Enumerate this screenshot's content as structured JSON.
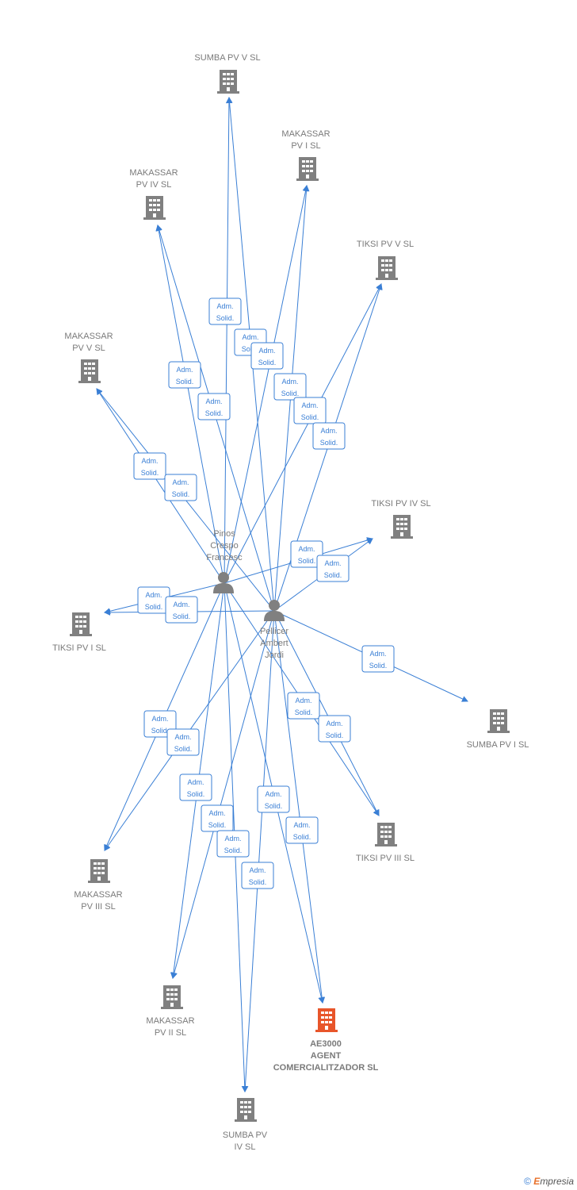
{
  "companies": [
    {
      "id": "sumba-v",
      "label": [
        "SUMBA PV V SL"
      ]
    },
    {
      "id": "makassar-i",
      "label": [
        "MAKASSAR",
        "PV I SL"
      ]
    },
    {
      "id": "makassar-iv",
      "label": [
        "MAKASSAR",
        "PV IV SL"
      ]
    },
    {
      "id": "tiksi-v",
      "label": [
        "TIKSI PV V SL"
      ]
    },
    {
      "id": "makassar-v",
      "label": [
        "MAKASSAR",
        "PV V SL"
      ]
    },
    {
      "id": "tiksi-iv",
      "label": [
        "TIKSI PV IV SL"
      ]
    },
    {
      "id": "tiksi-i",
      "label": [
        "TIKSI PV I SL"
      ]
    },
    {
      "id": "sumba-i",
      "label": [
        "SUMBA PV I SL"
      ]
    },
    {
      "id": "tiksi-iii",
      "label": [
        "TIKSI PV III SL"
      ]
    },
    {
      "id": "makassar-iii",
      "label": [
        "MAKASSAR",
        "PV III SL"
      ]
    },
    {
      "id": "makassar-ii",
      "label": [
        "MAKASSAR",
        "PV II SL"
      ]
    },
    {
      "id": "ae3000",
      "label": [
        "AE3000",
        "AGENT",
        "COMERCIALITZADOR SL"
      ],
      "highlight": true
    },
    {
      "id": "sumba-iv",
      "label": [
        "SUMBA PV",
        "IV SL"
      ]
    }
  ],
  "persons": [
    {
      "id": "pinos",
      "label": [
        "Pinos",
        "Crespo",
        "Francesc"
      ]
    },
    {
      "id": "pellicer",
      "label": [
        "Pellicer",
        "Ambert",
        "Jordi"
      ]
    }
  ],
  "edge_label": [
    "Adm.",
    "Solid."
  ],
  "colors": {
    "edge": "#3a7fd5",
    "node": "#808080",
    "highlight": "#e8552a"
  },
  "footer": {
    "copyright": "©",
    "brand_first": "E",
    "brand_rest": "mpresia"
  }
}
